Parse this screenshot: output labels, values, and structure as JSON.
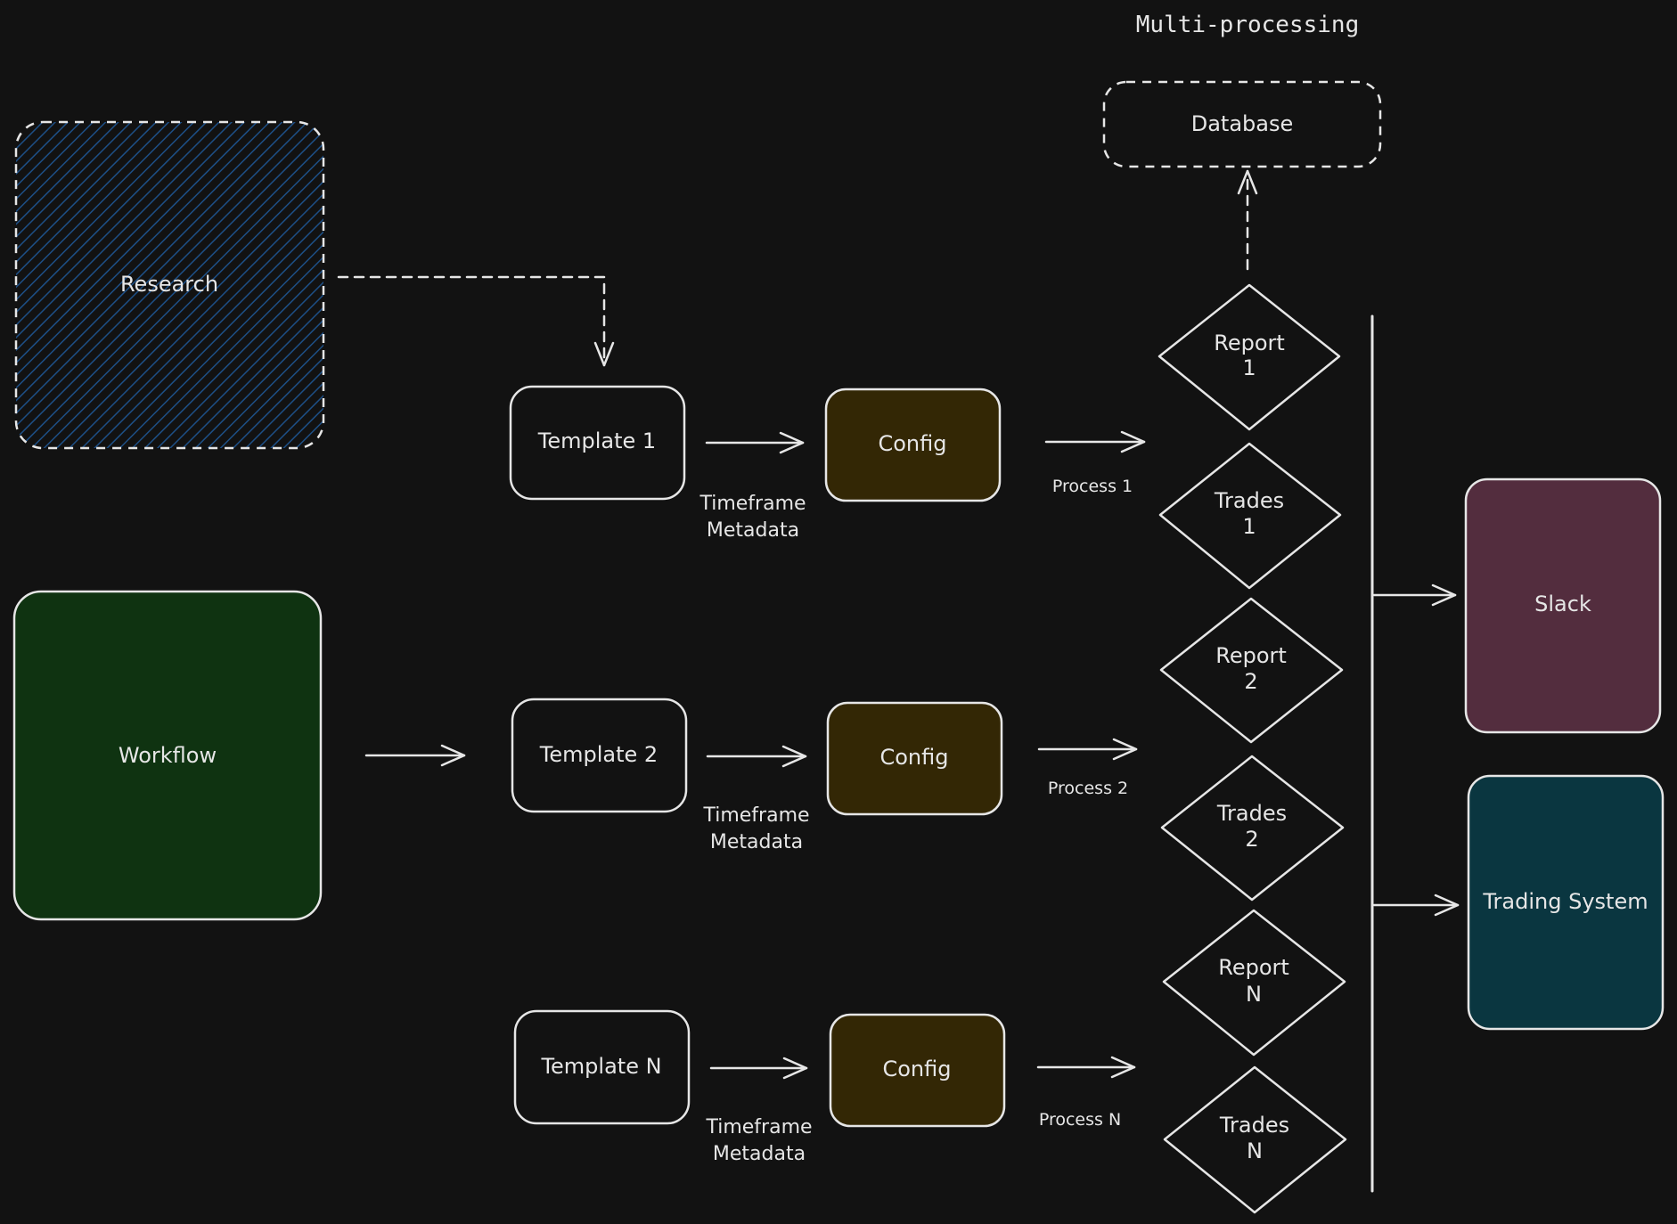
{
  "title": "Multi-processing",
  "colors": {
    "background": "#121212",
    "stroke": "#e6e6e6",
    "research_hatch": "#1d4f86",
    "workflow_fill": "#0f3311",
    "config_fill": "#332705",
    "slack_fill": "#532d3e",
    "trading_fill": "#0a3640"
  },
  "nodes": {
    "research": "Research",
    "workflow": "Workflow",
    "database": "Database",
    "template_1": "Template 1",
    "template_2": "Template 2",
    "template_n": "Template N",
    "config_1": "Config",
    "config_2": "Config",
    "config_n": "Config",
    "report_1": [
      "Report",
      "1"
    ],
    "trades_1": [
      "Trades",
      "1"
    ],
    "report_2": [
      "Report",
      "2"
    ],
    "trades_2": [
      "Trades",
      "2"
    ],
    "report_n": [
      "Report",
      "N"
    ],
    "trades_n": [
      "Trades",
      "N"
    ],
    "slack": "Slack",
    "trading_system": "Trading System"
  },
  "edge_labels": {
    "timeframe_1": [
      "Timeframe",
      "Metadata"
    ],
    "timeframe_2": [
      "Timeframe",
      "Metadata"
    ],
    "timeframe_n": [
      "Timeframe",
      "Metadata"
    ],
    "process_1": "Process 1",
    "process_2": "Process 2",
    "process_n": "Process N"
  }
}
